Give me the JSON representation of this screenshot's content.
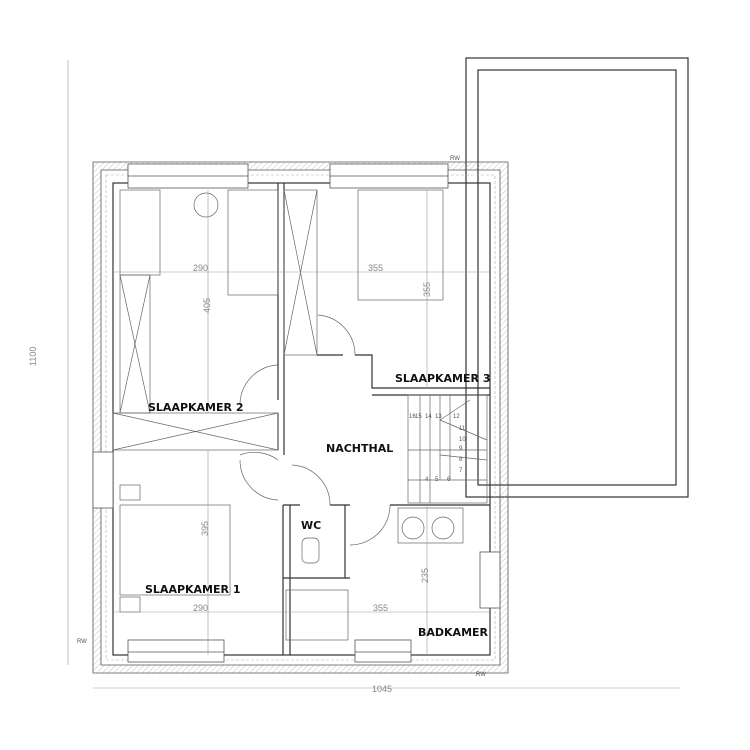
{
  "rooms": {
    "slaapkamer1": "SLAAPKAMER 1",
    "slaapkamer2": "SLAAPKAMER 2",
    "slaapkamer3": "SLAAPKAMER 3",
    "nachthal": "NACHTHAL",
    "wc": "WC",
    "badkamer": "BADKAMER"
  },
  "dimensions": {
    "overall_height": "1100",
    "overall_width": "1045",
    "sk2_width": "290",
    "sk3_width": "355",
    "sk2_depth": "405",
    "sk3_depth": "355",
    "sk1_width": "290",
    "bath_width": "355",
    "sk1_depth": "395",
    "bath_depth": "235"
  },
  "rainwater": [
    "RW",
    "RW",
    "RW"
  ],
  "stair_steps": [
    "16",
    "15",
    "14",
    "13",
    "12",
    "11",
    "10",
    "9",
    "8",
    "7",
    "4",
    "5",
    "6"
  ]
}
